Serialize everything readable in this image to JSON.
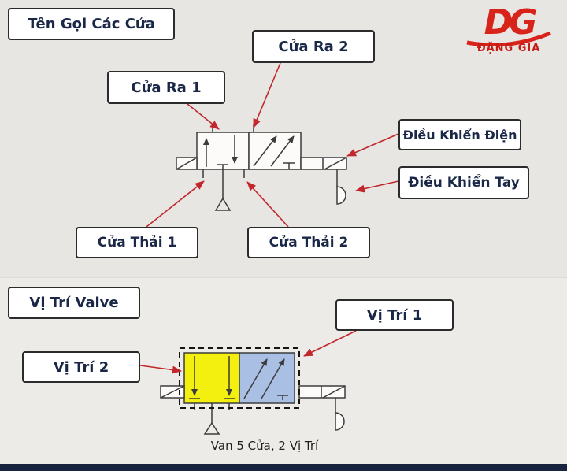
{
  "top_section": {
    "title": "Tên Gọi Các Cửa",
    "labels": {
      "cua_ra_1": "Cửa Ra 1",
      "cua_ra_2": "Cửa Ra 2",
      "dieu_khien_dien": "Điều Khiển Điện",
      "dieu_khien_tay": "Điều Khiển Tay",
      "cua_thai_1": "Cửa Thải 1",
      "cua_thai_2": "Cửa Thải 2"
    }
  },
  "bottom_section": {
    "title": "Vị Trí Valve",
    "labels": {
      "vi_tri_1": "Vị Trí 1",
      "vi_tri_2": "Vị Trí 2"
    },
    "caption": "Van 5 Cửa, 2 Vị Trí"
  },
  "logo": {
    "initials": "DG",
    "brand": "ĐẶNG GIA"
  },
  "colors": {
    "arrow": "#c1272d",
    "position_1_fill": "#a9c0e4",
    "position_2_fill": "#f3ef0f",
    "valve_stroke": "#3c3c3c",
    "label_text": "#1a2747",
    "logo_red": "#d8231a",
    "footer_strip": "#18233f"
  }
}
